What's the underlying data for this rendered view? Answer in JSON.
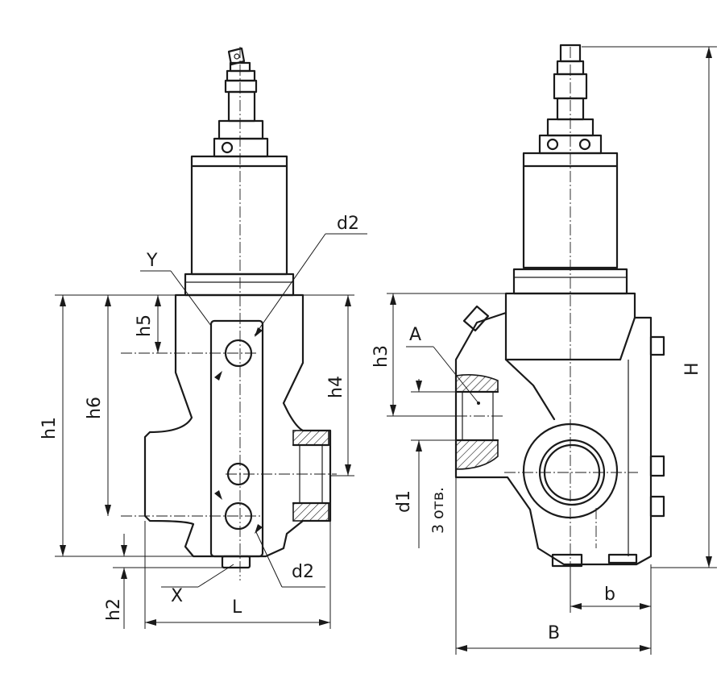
{
  "labels": {
    "h1": "h1",
    "h6": "h6",
    "h5": "h5",
    "h4": "h4",
    "h2": "h2",
    "h3": "h3",
    "Y": "Y",
    "X": "X",
    "d2_top": "d2",
    "d2_bottom": "d2",
    "L": "L",
    "A": "A",
    "d1": "d1",
    "holes": "3 отв.",
    "H": "H",
    "b": "b",
    "B": "B"
  }
}
